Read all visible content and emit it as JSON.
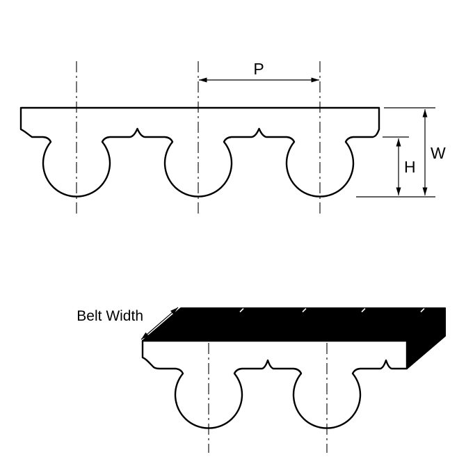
{
  "diagram": {
    "labels": {
      "pitch": "P",
      "overall_width": "W",
      "tooth_height": "H",
      "belt_width": "Belt Width"
    },
    "colors": {
      "line": "#000000",
      "belt_fill": "#ffffff",
      "solid_fill": "#000000",
      "background": "#ffffff"
    }
  }
}
